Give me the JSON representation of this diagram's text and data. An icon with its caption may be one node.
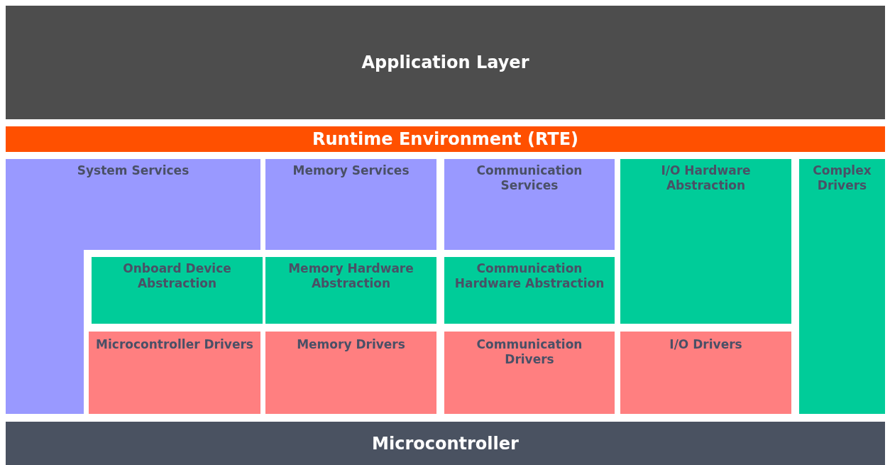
{
  "diagram": {
    "nodes": [
      {
        "text": [
          "Application Layer"
        ]
      },
      {
        "text": [
          "Runtime Environment (RTE)"
        ]
      },
      {
        "text": [
          "System Services"
        ]
      },
      {
        "text": [
          "Memory Services"
        ]
      },
      {
        "text": [
          "Communication Services"
        ]
      },
      {
        "text": [
          "I/O Hardware Abstraction"
        ]
      },
      {
        "text": [
          "Complex Drivers"
        ]
      },
      {
        "text": [
          "Onboard Device Abstraction"
        ]
      },
      {
        "text": [
          "Memory Hardware Abstraction"
        ]
      },
      {
        "text": [
          "Communication Hardware Abstraction"
        ]
      },
      {
        "text": [
          "Microcontroller Drivers"
        ]
      },
      {
        "text": [
          "Memory Drivers"
        ]
      },
      {
        "text": [
          "Communication Drivers"
        ]
      },
      {
        "text": [
          "I/O Drivers"
        ]
      },
      {
        "text": [
          "Microcontroller"
        ]
      }
    ],
    "edges": []
  }
}
